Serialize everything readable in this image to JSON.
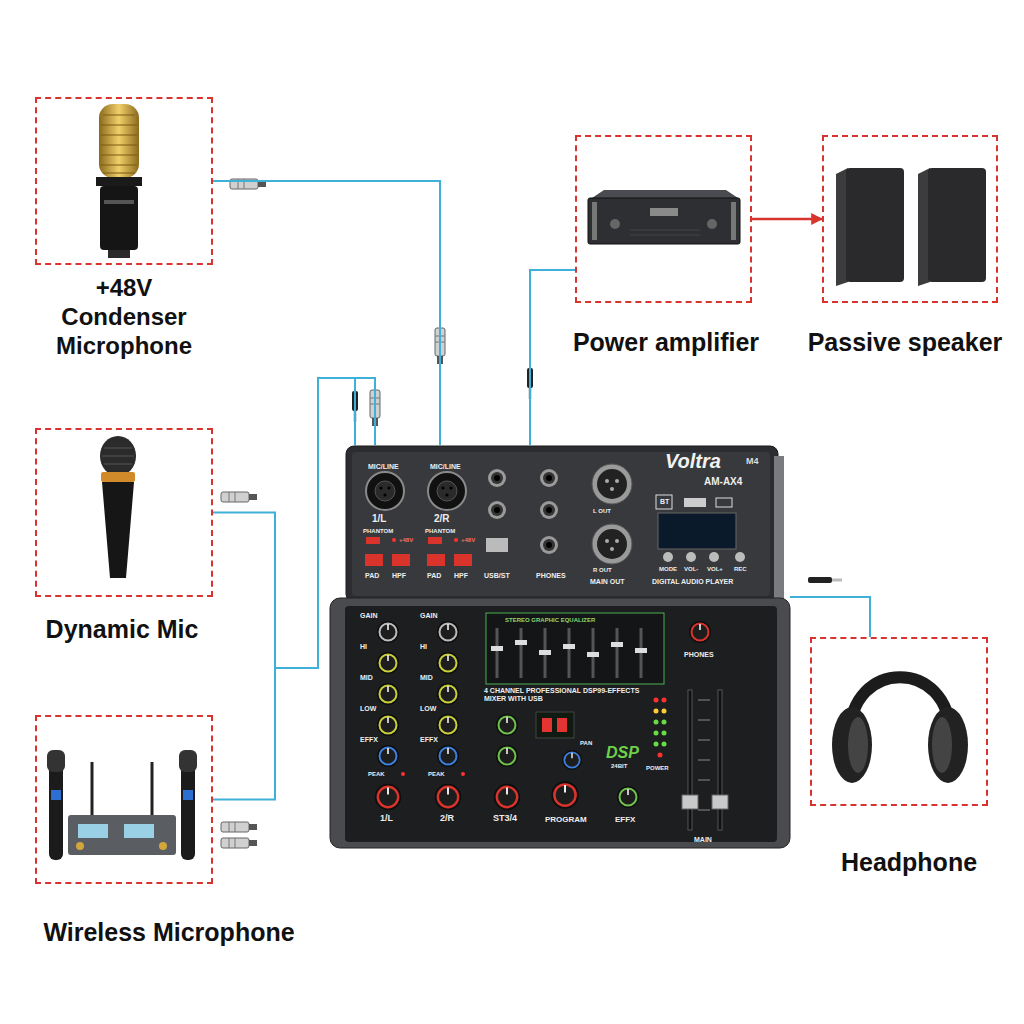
{
  "diagram": {
    "nodes": [
      {
        "text": [
          "+48V Condenser Microphone"
        ]
      },
      {
        "text": [
          "Power amplifier"
        ]
      },
      {
        "text": [
          "Passive speaker"
        ]
      },
      {
        "text": [
          "Dynamic Mic"
        ]
      },
      {
        "text": [
          "Voltra",
          "M4",
          "AM-AX4"
        ]
      },
      {
        "text": [
          "Headphone"
        ]
      },
      {
        "text": [
          "Wireless Microphone"
        ]
      }
    ],
    "edges": [
      {
        "from": 0,
        "to": 4,
        "arrow": "none"
      },
      {
        "from": 4,
        "to": 1,
        "arrow": "none"
      },
      {
        "from": 1,
        "to": 2,
        "arrow": "to"
      },
      {
        "from": 3,
        "to": 4,
        "arrow": "none"
      },
      {
        "from": 6,
        "to": 4,
        "arrow": "none"
      },
      {
        "from": 4,
        "to": 5,
        "arrow": "none"
      }
    ],
    "labels": [
      "MIC/LINE",
      "MIC/LINE",
      "1/L",
      "2/R",
      "PHANTOM",
      "PHANTOM",
      "+48V",
      "+48V",
      "PAD",
      "HPF",
      "PAD",
      "HPF",
      "USB/ST",
      "PHONES",
      "L OUT",
      "R OUT",
      "MAIN OUT",
      "BT",
      "MODE",
      "VOL-",
      "VOL+",
      "REC",
      "DIGITAL AUDIO PLAYER",
      "GAIN",
      "HI",
      "MID",
      "LOW",
      "EFFX",
      "PEAK",
      "1/L",
      "GAIN",
      "HI",
      "MID",
      "LOW",
      "EFFX",
      "PEAK",
      "2/R",
      "STEREO GRAPHIC EQUALIZER",
      "4 CHANNEL PROFESSIONAL DSP99-EFFECTS MIXER WITH USB",
      "ST3/4",
      "PAN",
      "PROGRAM",
      "DSP",
      "24BIT",
      "EFFX",
      "POWER",
      "PHONES",
      "MAIN"
    ]
  }
}
